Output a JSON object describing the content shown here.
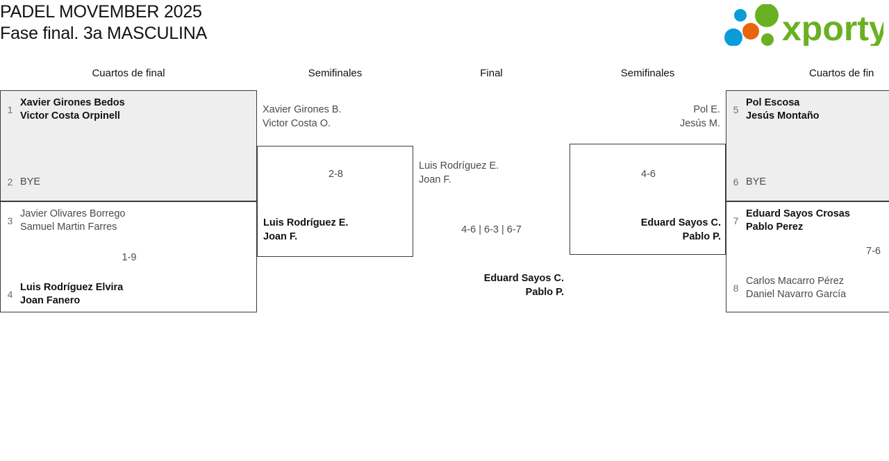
{
  "header": {
    "title": "PADEL MOVEMBER 2025\nFase final. 3a MASCULINA",
    "logo": {
      "text": "xporty",
      "green": "#6ab023",
      "blue": "#0a9bd8",
      "orange": "#e8650d"
    }
  },
  "columns": [
    {
      "label": "Cuartos de final"
    },
    {
      "label": "Semifinales"
    },
    {
      "label": "Final"
    },
    {
      "label": "Semifinales"
    },
    {
      "label": "Cuartos de fin"
    }
  ],
  "bracket": {
    "left_quarters": [
      {
        "shaded": true,
        "score": "",
        "top": {
          "seed": "1",
          "names": "Xavier Girones Bedos\nVictor Costa Orpinell",
          "winner": true
        },
        "bottom": {
          "seed": "2",
          "names": "BYE",
          "winner": false
        }
      },
      {
        "shaded": false,
        "score": "1-9",
        "top": {
          "seed": "3",
          "names": "Javier Olivares Borrego\nSamuel Martin Farres",
          "winner": false
        },
        "bottom": {
          "seed": "4",
          "names": "Luis Rodríguez Elvira\nJoan Fanero",
          "winner": true
        }
      }
    ],
    "left_semifinal": {
      "score": "2-8",
      "top": {
        "names": "Xavier Girones B.\nVictor Costa O.",
        "winner": false
      },
      "bottom": {
        "names": "Luis Rodríguez E.\nJoan F.",
        "winner": true
      }
    },
    "final": {
      "score": "4-6 | 6-3 | 6-7",
      "top": {
        "names": "Luis Rodríguez E.\nJoan F.",
        "winner": false
      },
      "bottom": {
        "names": "Eduard Sayos C.\nPablo P.",
        "winner": true
      }
    },
    "right_semifinal": {
      "score": "4-6",
      "top": {
        "names": "Pol E.\nJesús M.",
        "winner": false
      },
      "bottom": {
        "names": "Eduard Sayos C.\nPablo P.",
        "winner": true
      }
    },
    "right_quarters": [
      {
        "shaded": true,
        "score": "",
        "top": {
          "seed": "5",
          "names": "Pol Escosa\nJesús Montaño",
          "winner": true
        },
        "bottom": {
          "seed": "6",
          "names": "BYE",
          "winner": false
        }
      },
      {
        "shaded": false,
        "score": "7-6",
        "top": {
          "seed": "7",
          "names": "Eduard Sayos Crosas\nPablo Perez",
          "winner": true
        },
        "bottom": {
          "seed": "8",
          "names": "Carlos Macarro Pérez\nDaniel Navarro García",
          "winner": false
        }
      }
    ]
  }
}
